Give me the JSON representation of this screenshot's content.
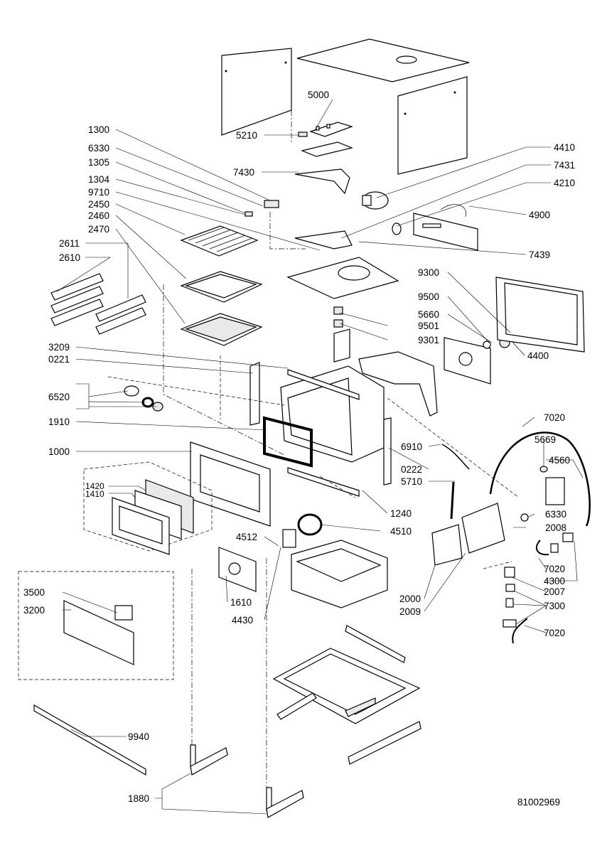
{
  "drawing_number": "81002969",
  "callouts": [
    "5000",
    "5210",
    "7430",
    "4410",
    "7431",
    "4210",
    "4900",
    "7439",
    "1300",
    "6330",
    "1305",
    "1304",
    "9710",
    "2450",
    "2460",
    "2470",
    "2611",
    "2610",
    "9300",
    "9500",
    "5660",
    "9501",
    "9301",
    "4400",
    "3209",
    "0221",
    "6520",
    "1910",
    "1000",
    "6910",
    "0222",
    "5710",
    "1420",
    "1410",
    "1240",
    "4512",
    "4510",
    "1610",
    "4430",
    "7020",
    "5669",
    "4560",
    "6330",
    "2008",
    "7020",
    "4300",
    "2007",
    "7300",
    "7020",
    "2000",
    "2009",
    "3500",
    "3200",
    "9940",
    "1880"
  ]
}
